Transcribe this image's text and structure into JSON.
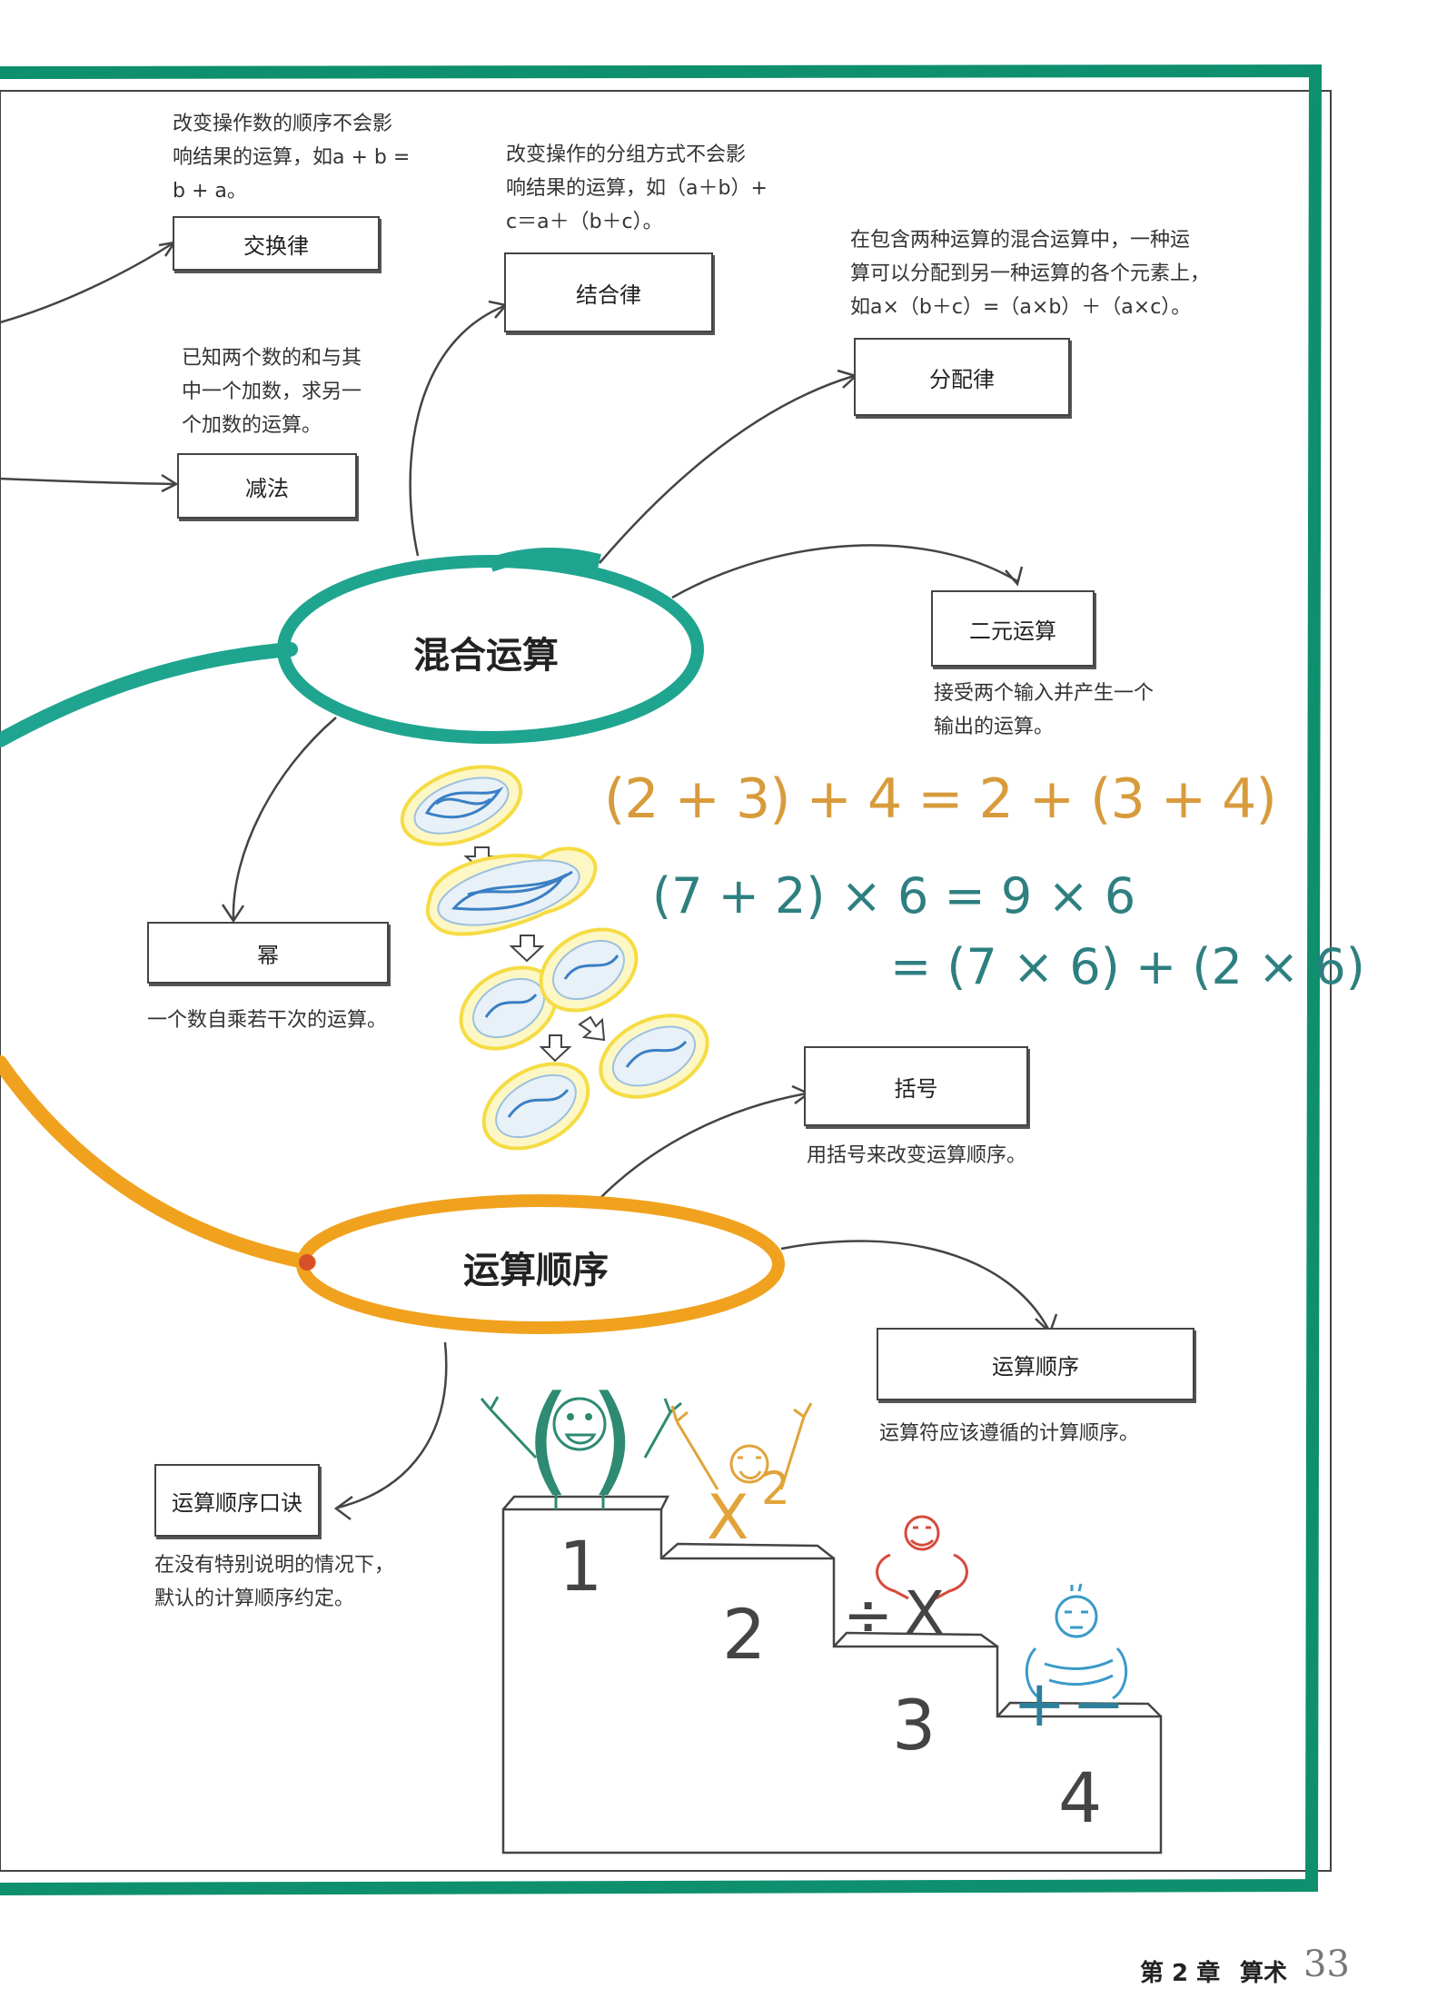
{
  "hubs": {
    "mixed": "混合运算",
    "order": "运算顺序"
  },
  "nodes": {
    "commutative": {
      "label": "交换律",
      "desc_lines": [
        "改变操作数的顺序不会影",
        "响结果的运算，如a + b =",
        "b + a。"
      ]
    },
    "associative": {
      "label": "结合律",
      "desc_lines": [
        "改变操作的分组方式不会影",
        "响结果的运算，如（a＋b）+",
        "c＝a＋（b＋c）。"
      ]
    },
    "distributive": {
      "label": "分配律",
      "desc_lines": [
        "在包含两种运算的混合运算中，一种运",
        "算可以分配到另一种运算的各个元素上，",
        "如a×（b＋c）=（a×b）＋（a×c）。"
      ]
    },
    "subtraction": {
      "label": "减法",
      "desc_lines": [
        "已知两个数的和与其",
        "中一个加数，求另一",
        "个加数的运算。"
      ]
    },
    "binary": {
      "label": "二元运算",
      "desc_lines": [
        "接受两个输入并产生一个",
        "输出的运算。"
      ]
    },
    "power": {
      "label": "幂",
      "desc_lines": [
        "一个数自乘若干次的运算。"
      ]
    },
    "brackets": {
      "label": "括号",
      "desc_lines": [
        "用括号来改变运算顺序。"
      ]
    },
    "order_of_operations": {
      "label": "运算顺序",
      "desc_lines": [
        "运算符应该遵循的计算顺序。"
      ]
    },
    "mnemonic": {
      "label": "运算顺序口诀",
      "desc_lines": [
        "在没有特别说明的情况下，",
        "默认的计算顺序约定。"
      ]
    }
  },
  "equations": {
    "eq1": "(2 + 3) + 4 = 2 + (3 + 4)",
    "eq2": "(7 + 2) × 6 = 9 × 6",
    "eq3": "= (7 × 6) + (2 × 6)"
  },
  "podium": {
    "steps": [
      "1",
      "2",
      "3",
      "4"
    ],
    "brackets_symbol": "()",
    "power_base": "X",
    "power_exp": "2",
    "divide_symbol": "÷",
    "multiply_symbol": "X",
    "plus_symbol": "+",
    "minus_symbol": "−"
  },
  "footer": {
    "chapter": "第 2 章",
    "section": "算术",
    "page_number": "33"
  },
  "colors": {
    "frame": "#0e8f6e",
    "mixed_hub": "#1fa58f",
    "order_hub": "#f0a21e",
    "eq_orange": "#d89b3c",
    "eq_teal": "#2e7f80",
    "cell_yellow": "#f5dc44",
    "cell_blue": "#3a7fc4"
  }
}
